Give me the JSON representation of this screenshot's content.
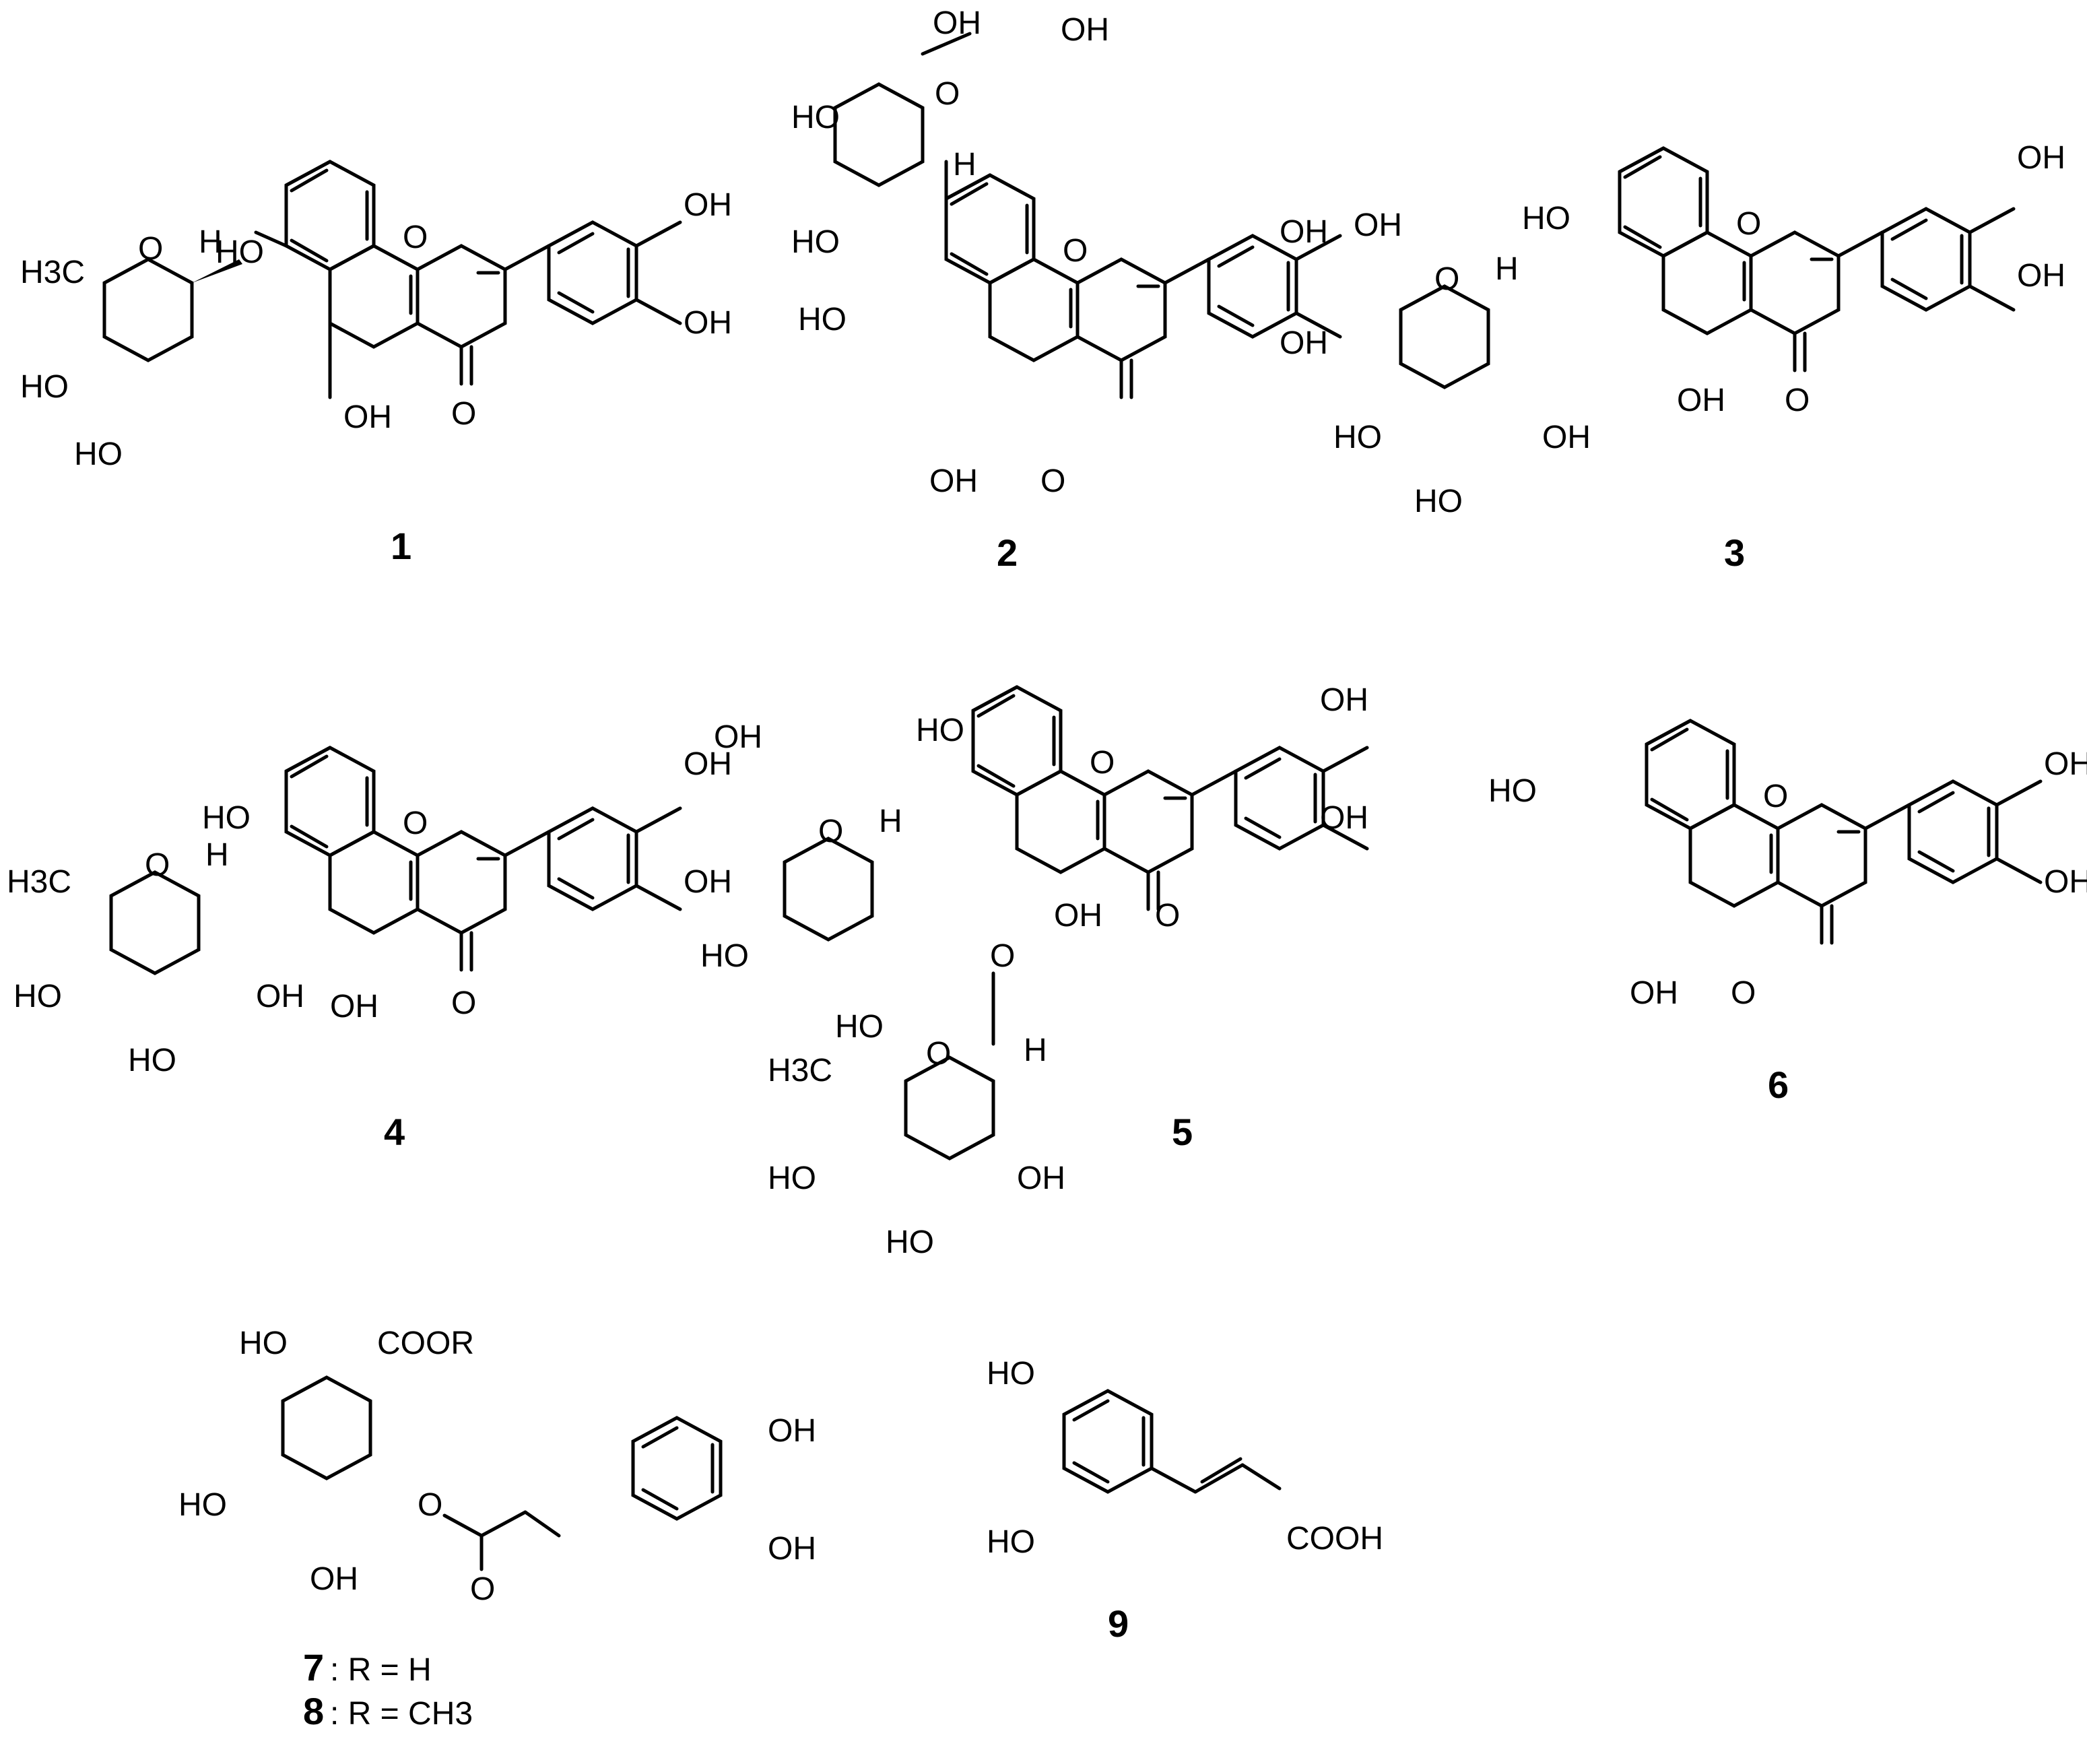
{
  "labels": {
    "hydroxyl": "OH",
    "hydroxyl_left": "HO",
    "ring_oxygen": "O",
    "hydrogen": "H",
    "methyl": "H3C",
    "methyl_left": "H3C",
    "carboxyl_ester": "COOR",
    "carboxylic_acid": "COOH"
  },
  "compounds": [
    {
      "number": "1"
    },
    {
      "number": "2"
    },
    {
      "number": "3"
    },
    {
      "number": "4"
    },
    {
      "number": "5"
    },
    {
      "number": "6"
    },
    {
      "number": "7",
      "legend": ": R = H"
    },
    {
      "number": "8",
      "legend": ": R = CH3"
    },
    {
      "number": "9"
    }
  ],
  "colors": {
    "ink": "#000000",
    "background": "#ffffff"
  }
}
